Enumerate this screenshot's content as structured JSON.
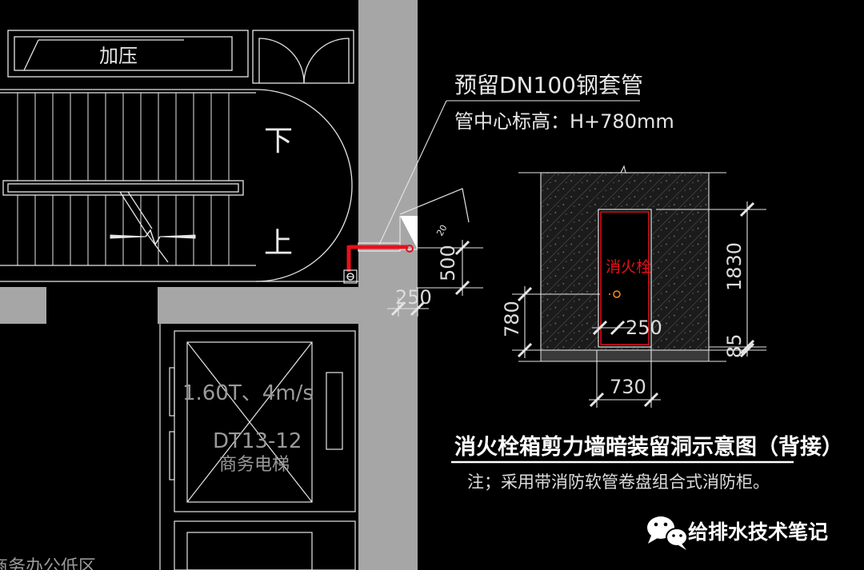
{
  "stair": {
    "room_label": "加压",
    "down_label": "下",
    "up_label": "上"
  },
  "sleeve_note": {
    "line1": "预留DN100钢套管",
    "line2": "管中心标高：H+780mm"
  },
  "dims_left": {
    "d500": "500",
    "d250": "250",
    "d20": "20"
  },
  "elevator": {
    "spec": "1.60T、4m/s",
    "code": "DT13-12",
    "name": "商务电梯"
  },
  "bottom_left_text": "商务办公低区",
  "cabinet": {
    "label": "消火栓",
    "d1830": "1830",
    "d780": "780",
    "d250": "250",
    "d85": "85",
    "d730": "730"
  },
  "title": "消火栓箱剪力墙暗装留洞示意图（背接）",
  "note": "注；采用带消防软管卷盘组合式消防柜。",
  "watermark": {
    "text": "给排水技术笔记",
    "icon": "wechat-icon"
  },
  "colors": {
    "background": "#000000",
    "wall": "#a6a6a6",
    "pipe": "#e8101c",
    "line": "#e6e6e6"
  }
}
